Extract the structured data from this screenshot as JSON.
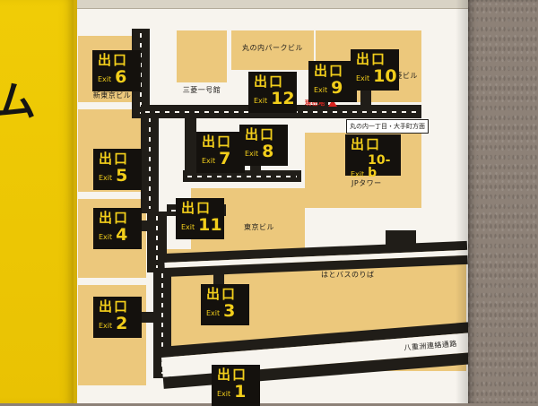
{
  "page": {
    "side_text": "ム"
  },
  "map": {
    "exits": [
      {
        "jp": "出口",
        "en": "Exit",
        "num": "6"
      },
      {
        "jp": "出口",
        "en": "Exit",
        "num": "12"
      },
      {
        "jp": "出口",
        "en": "Exit",
        "num": "9"
      },
      {
        "jp": "出口",
        "en": "Exit",
        "num": "10"
      },
      {
        "jp": "出口",
        "en": "Exit",
        "num": "5"
      },
      {
        "jp": "出口",
        "en": "Exit",
        "num": "7"
      },
      {
        "jp": "出口",
        "en": "Exit",
        "num": "8"
      },
      {
        "jp": "出口",
        "en": "Exit",
        "num": "10-b"
      },
      {
        "jp": "出口",
        "en": "Exit",
        "num": "4"
      },
      {
        "jp": "出口",
        "en": "Exit",
        "num": "11"
      },
      {
        "jp": "出口",
        "en": "Exit",
        "num": "3"
      },
      {
        "jp": "出口",
        "en": "Exit",
        "num": "2"
      },
      {
        "jp": "出口",
        "en": "Exit",
        "num": "1"
      }
    ],
    "labels": {
      "marunouchi_park": "丸の内パークビル",
      "mitsubishi_ichigokan": "三菱一号館",
      "mitsubishi_bldg": "三菱ビル",
      "shin_tokyo_bldg": "新東京ビル",
      "jp_tower": "JPタワー",
      "tokyo_bldg": "東京ビル",
      "hato_bus": "はとバスのりば",
      "yaesu_passage": "八重洲連絡通路",
      "current_location": "現在地",
      "direction": "丸の内一丁目・大手町方面"
    },
    "colors": {
      "panel_yellow": "#eec905",
      "building_tan": "#ecc87c",
      "road_black": "#201d18",
      "exit_box_black": "#14110d",
      "exit_text_yellow": "#f2ce1b",
      "map_bg": "#f7f4ee",
      "accent_red": "#d8231f",
      "wall_brown": "#8d8177"
    }
  }
}
